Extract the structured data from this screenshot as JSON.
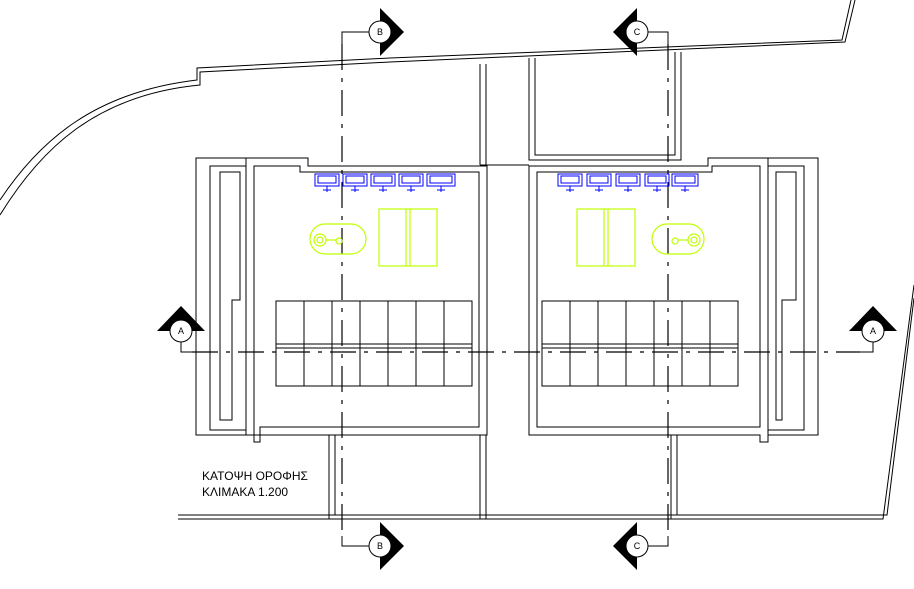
{
  "drawing": {
    "title": "ΚΑΤΟΨΗ ΟΡΟΦΗΣ",
    "scale": "ΚΛΙΜΑΚΑ 1.200"
  },
  "section_markers": {
    "a": "A",
    "b": "B",
    "c": "C"
  },
  "colors": {
    "lines": "#000000",
    "units": "#0000ff",
    "tanks": "#bfff00"
  }
}
